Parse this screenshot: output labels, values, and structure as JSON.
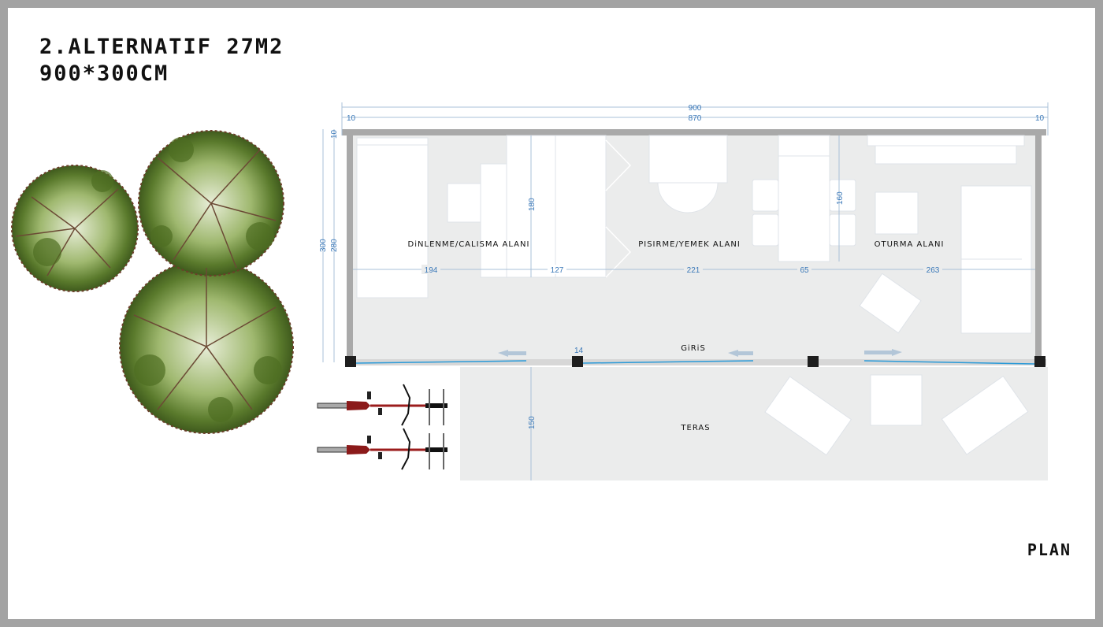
{
  "title": {
    "line1": "2.ALTERNATIF 27M2",
    "line2": "900*300CM"
  },
  "footer_label": "PLAN",
  "rooms": {
    "rest_work": "DiNLENME/CALISMA ALANI",
    "kitchen_dining": "PISIRME/YEMEK ALANI",
    "living": "OTURMA ALANI",
    "entrance": "GiRiS",
    "terrace": "TERAS"
  },
  "dimensions": {
    "total_width": "900",
    "inner_width": "870",
    "wall_left": "10",
    "wall_right": "10",
    "wall_top": "10",
    "total_depth": "300",
    "inner_depth": "280",
    "wardrobe_depth": "180",
    "table_length": "160",
    "seg_194": "194",
    "seg_127": "127",
    "seg_221": "221",
    "seg_65": "65",
    "seg_263": "263",
    "post": "14",
    "terrace_depth": "150"
  },
  "colors": {
    "wall": "#a9a9a9",
    "floor": "#ebecec",
    "dimension": "#3a78b8",
    "glass": "#2a9ad8",
    "tree": "#5b7d2e"
  }
}
